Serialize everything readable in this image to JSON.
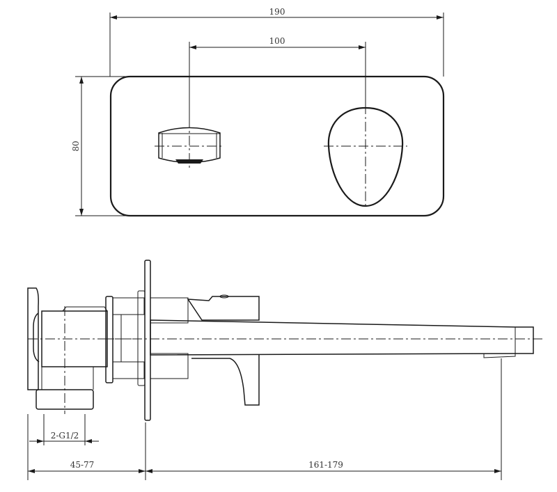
{
  "drawing": {
    "type": "technical dimension drawing",
    "subject": "wall-mounted basin mixer with spout",
    "views": [
      {
        "name": "front-view",
        "description": "rectangular wall plate with outlet and oval handle"
      },
      {
        "name": "side-view",
        "description": "profile with concealed body, wall plate and spout"
      }
    ],
    "dimensions": {
      "plate_width": "190",
      "center_distance": "100",
      "plate_height": "80",
      "thread": "2-G1/2",
      "body_depth_range": "45-77",
      "spout_reach_range": "161-179"
    },
    "colors": {
      "line": "#1a1a1a",
      "text": "#333333",
      "background": "#ffffff"
    }
  }
}
